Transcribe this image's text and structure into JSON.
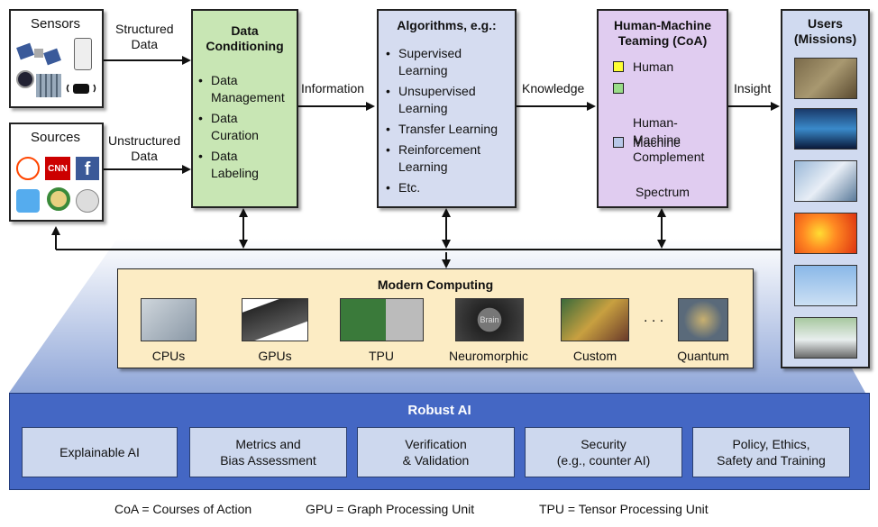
{
  "sources": {
    "sensors_title": "Sensors",
    "sources_title": "Sources",
    "source_icons": [
      "reddit-icon",
      "cnn-icon",
      "facebook-icon",
      "twitter-icon",
      "data-search-icon",
      "wikipedia-icon"
    ],
    "cnn_text": "CNN",
    "facebook_text": "f"
  },
  "flows": {
    "structured": "Structured\nData",
    "unstructured": "Unstructured\nData",
    "information": "Information",
    "knowledge": "Knowledge",
    "insight": "Insight"
  },
  "conditioning": {
    "title": "Data\nConditioning",
    "items": [
      "Data\nManagement",
      "Data\nCuration",
      "Data\nLabeling"
    ]
  },
  "algorithms": {
    "title": "Algorithms, e.g.:",
    "items": [
      "Supervised\nLearning",
      "Unsupervised\nLearning",
      "Transfer Learning",
      "Reinforcement\nLearning",
      "Etc."
    ]
  },
  "teaming": {
    "title": "Human-Machine\nTeaming (CoA)",
    "legend": [
      {
        "label": "Human",
        "color": "#ffff33"
      },
      {
        "label": "Human-\nMachine\nComplement",
        "color": "#99dd88"
      },
      {
        "label": "Machine",
        "color": "#b8c8e8"
      }
    ],
    "spectrum_label": "Spectrum"
  },
  "users": {
    "title": "Users\n(Missions)"
  },
  "computing": {
    "title": "Modern Computing",
    "items": [
      "CPUs",
      "GPUs",
      "TPU",
      "Neuromorphic",
      "Custom",
      "Quantum"
    ],
    "ellipsis": ". . .",
    "brain_text": "Brain"
  },
  "robust": {
    "title": "Robust AI",
    "items": [
      "Explainable AI",
      "Metrics and\nBias Assessment",
      "Verification\n& Validation",
      "Security\n(e.g., counter AI)",
      "Policy, Ethics,\nSafety and Training"
    ]
  },
  "footer": [
    "CoA = Courses of Action",
    "GPU = Graph Processing Unit",
    "TPU = Tensor Processing Unit"
  ],
  "colors": {
    "conditioning_bg": "#c8e6b4",
    "algorithms_bg": "#d5dcf0",
    "teaming_bg": "#e0ccf0",
    "users_bg": "#d0daf0",
    "computing_bg": "#fcecc4",
    "robust_bg": "#4467c4",
    "robust_item_bg": "#cdd8ee"
  }
}
